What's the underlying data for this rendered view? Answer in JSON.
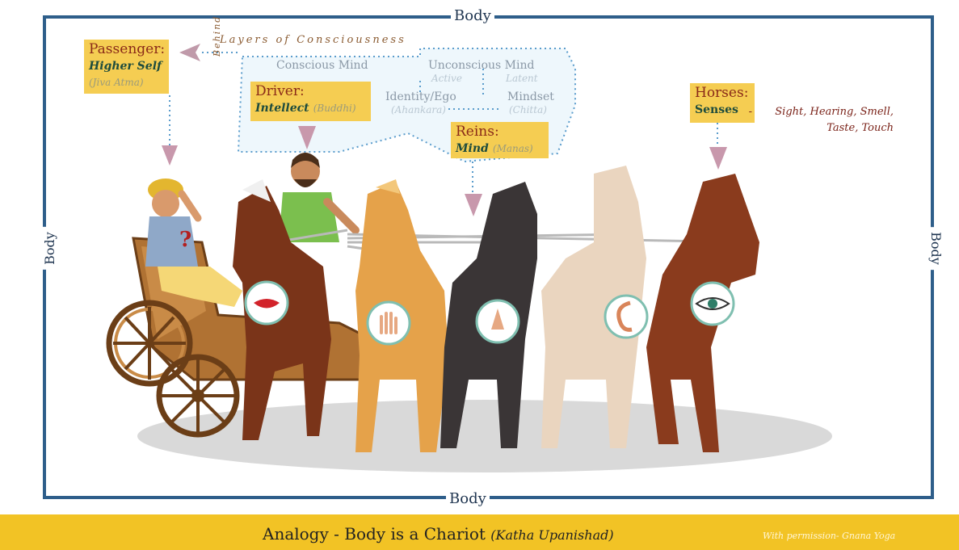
{
  "frame": {
    "top_label": "Body",
    "bottom_label": "Body",
    "left_label": "Body",
    "right_label": "Body"
  },
  "consciousness": {
    "title": "Layers of Consciousness",
    "behind": "Behind",
    "conscious_mind": "Conscious Mind",
    "unconscious_mind": "Unconscious Mind",
    "active": "Active",
    "latent": "Latent",
    "identity": "Identity/Ego",
    "ahankara": "(Ahankara)",
    "mindset": "Mindset",
    "chitta": "(Chitta)"
  },
  "passenger": {
    "title": "Passenger:",
    "subtitle": "Higher Self",
    "sanskrit": "(Jiva Atma)"
  },
  "driver": {
    "title": "Driver:",
    "subtitle": "Intellect",
    "sanskrit": "(Buddhi)"
  },
  "reins": {
    "title": "Reins:",
    "subtitle": "Mind",
    "sanskrit": "(Manas)"
  },
  "horses": {
    "title": "Horses:",
    "subtitle": "Senses",
    "dash": "-",
    "list_line1": "Sight, Hearing, Smell,",
    "list_line2": "Taste, Touch"
  },
  "footer": {
    "title": "Analogy - Body is a Chariot",
    "subtitle": "(Katha Upanishad)",
    "credit": "With permission- Gnana Yoga"
  },
  "passenger_mark": "?",
  "sense_icons": [
    "mouth-icon",
    "hand-icon",
    "nose-icon",
    "ear-icon",
    "eye-icon"
  ],
  "colors": {
    "frame": "#2e5e8a",
    "label_box": "#f5cd52",
    "footer": "#f2c325",
    "title_text": "#8a2a18",
    "subtitle_text": "#1e4c3d"
  }
}
